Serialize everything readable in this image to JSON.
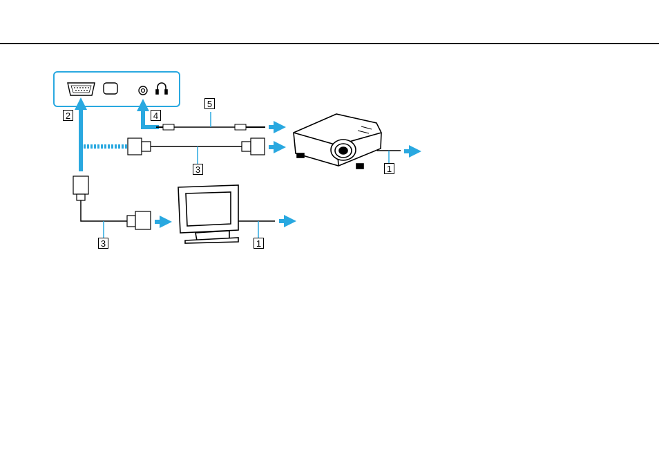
{
  "colors": {
    "arrow": "#29a8e0",
    "panel_border": "#29a8e0",
    "line": "#000000",
    "device_fill": "#ffffff"
  },
  "icons": [
    "vga-port-icon",
    "usb-port-icon",
    "audio-jack-icon",
    "headphone-icon",
    "projector-icon",
    "monitor-icon"
  ],
  "callouts": {
    "c1_projector": "1",
    "c2_monitor_port": "2",
    "c3_display_cable_top": "3",
    "c3_display_cable_bottom": "3",
    "c4_headphone_jack": "4",
    "c5_audio_cable": "5",
    "c1_monitor": "1"
  }
}
